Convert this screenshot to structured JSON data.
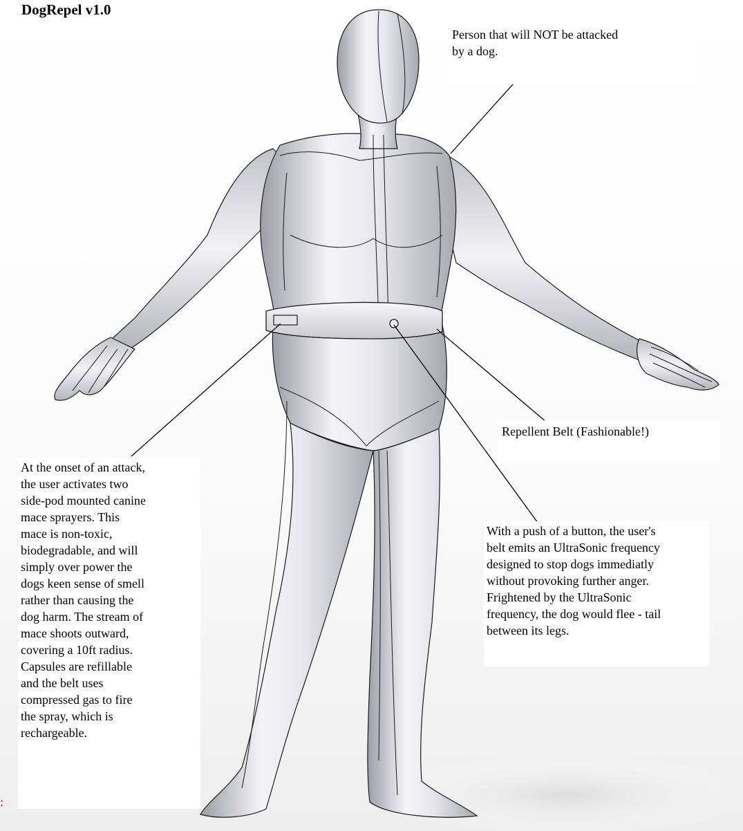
{
  "title": "DogRepel v1.0",
  "callouts": {
    "person": "Person that will NOT be attacked\nby a dog.",
    "belt": "Repellent Belt (Fashionable!)",
    "ultrasonic": "With a push of a button, the user's\nbelt emits an UltraSonic frequency\ndesigned to stop dogs immediatly\nwithout provoking further anger.\nFrightened by the UltraSonic\nfrequency, the dog would flee - tail\nbetween its legs.",
    "mace": "At the onset of an attack,\nthe user activates two\nside-pod mounted canine\nmace sprayers.  This\nmace is non-toxic,\nbiodegradable, and will\nsimply over power the\ndogs keen sense of smell\nrather than causing the\ndog harm.  The stream of\nmace shoots outward,\ncovering a 10ft radius.\nCapsules are refillable\nand the belt uses\ncompressed gas to fire\nthe spray, which is\nrechargeable."
  },
  "edge_marker": ":",
  "colors": {
    "figure_light": "#f4f4f8",
    "figure_mid": "#d6d6dc",
    "figure_dark": "#9d9da6",
    "outline": "#1a1a1a",
    "marker": "#d40000"
  },
  "figure": {
    "subject": "3D mannequin wearing repellent belt",
    "parts": [
      "head",
      "torso",
      "arms",
      "hands",
      "legs",
      "belt",
      "side-pod",
      "belt-button"
    ]
  }
}
